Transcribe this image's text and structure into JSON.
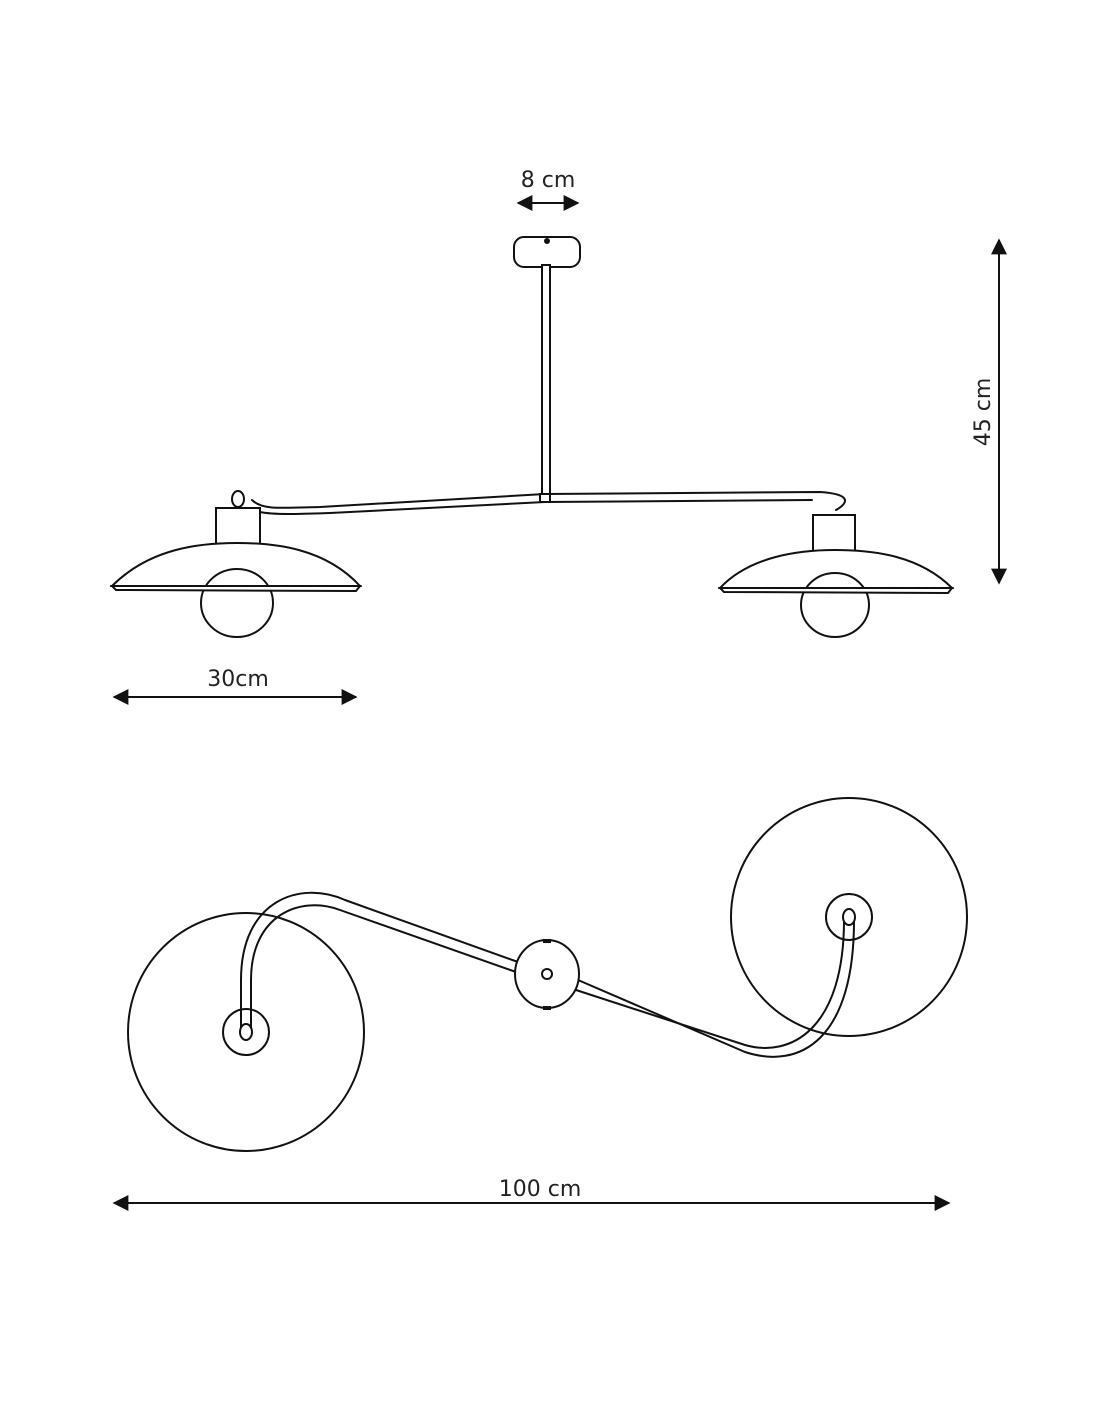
{
  "dimensions": {
    "canopy_width": "8 cm",
    "height": "45 cm",
    "shade_diameter": "30cm",
    "total_width": "100 cm"
  },
  "colors": {
    "line": "#111111",
    "background": "#ffffff"
  }
}
